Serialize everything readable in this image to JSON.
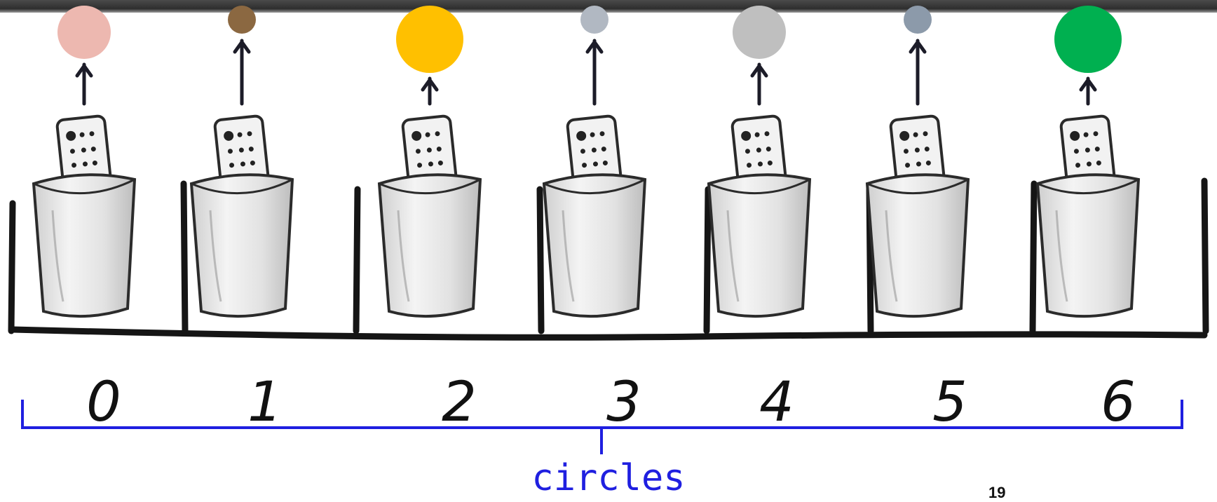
{
  "array": {
    "name": "circles",
    "indices": [
      "0",
      "1",
      "2",
      "3",
      "4",
      "5",
      "6"
    ],
    "elements": [
      {
        "index": "0",
        "color": "#edb8b0",
        "size": "medium"
      },
      {
        "index": "1",
        "color": "#8b6841",
        "size": "small"
      },
      {
        "index": "2",
        "color": "#ffc000",
        "size": "large"
      },
      {
        "index": "3",
        "color": "#b1b8c2",
        "size": "small"
      },
      {
        "index": "4",
        "color": "#bfbfbf",
        "size": "medium"
      },
      {
        "index": "5",
        "color": "#8c9aaa",
        "size": "small"
      },
      {
        "index": "6",
        "color": "#00b050",
        "size": "large"
      }
    ],
    "cell_icon": "remote-in-cup-icon",
    "pointer_icon": "arrow-up-icon",
    "brace_color": "#1f1fe0"
  },
  "slide": {
    "number": "19"
  }
}
